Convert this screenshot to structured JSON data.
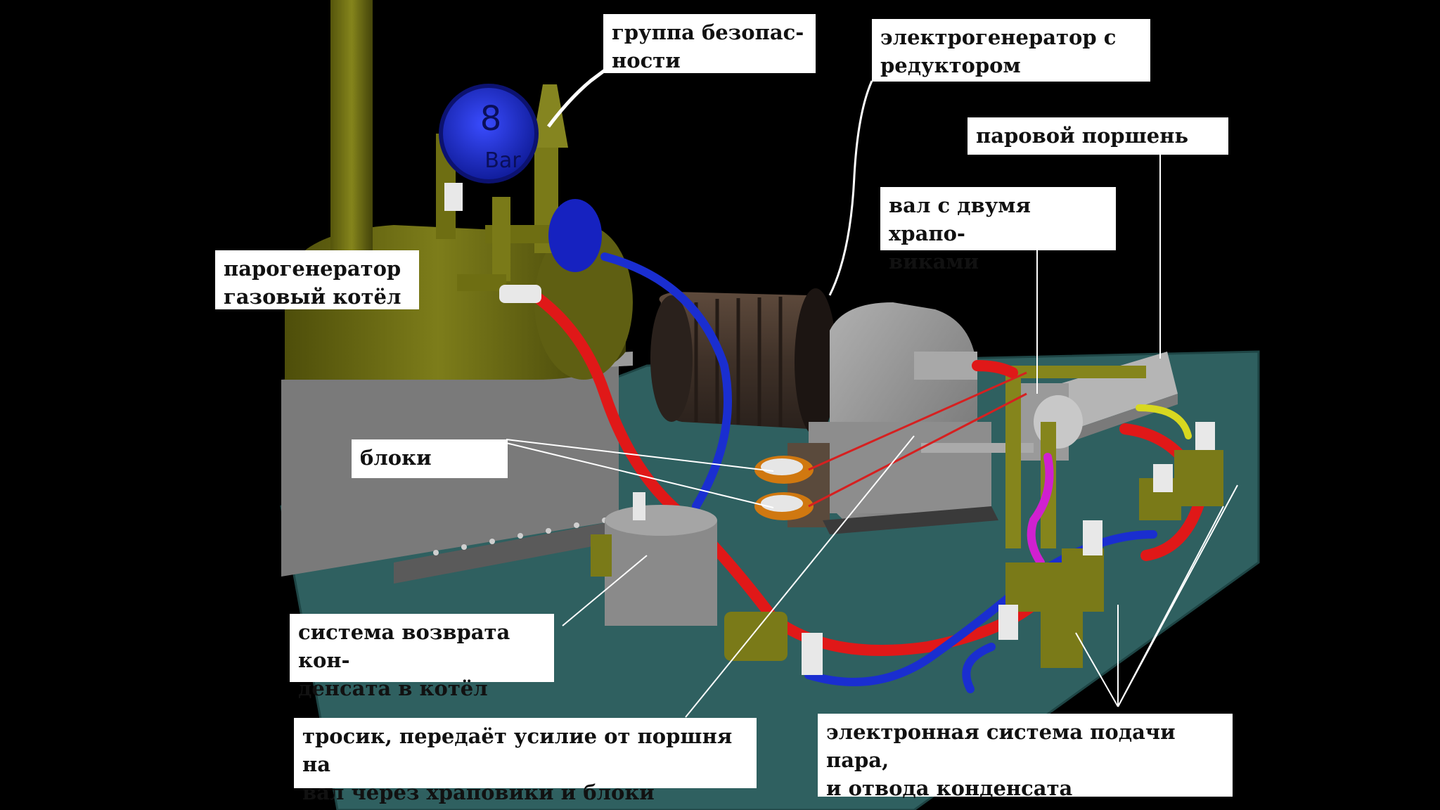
{
  "gauge": {
    "value": "8",
    "unit": "Bar"
  },
  "labels": {
    "safety_group": "группа безопас-\nности",
    "generator": "электрогенератор с\nредуктором",
    "piston": "паровой поршень",
    "shaft": "вал с двумя храпо-\nвиками",
    "boiler": "парогенератор\nгазовый котёл",
    "pulleys": "блоки",
    "condensate_return": "система возврата кон-\nденсата в котёл",
    "cable": "тросик, передаёт усилие от поршня на\nвал через храповики и блоки",
    "steam_system": "электронная система подачи пара,\nи отвода конденсата"
  },
  "colors": {
    "background": "#000000",
    "platform": "#2f6060",
    "boiler": "#6b6b12",
    "steel": "#8a8a8a",
    "motor": "#4a3a30",
    "steam_pipe": "#e01818",
    "return_pipe": "#1a2ed0",
    "brass": "#7a7a18",
    "label_bg": "#ffffff"
  }
}
